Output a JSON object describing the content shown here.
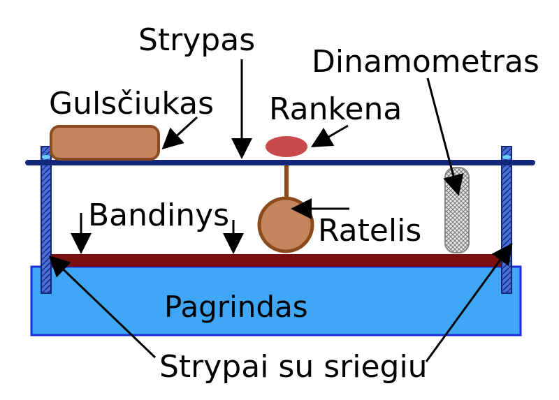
{
  "labels": {
    "strypas": "Strypas",
    "dinamometras": "Dinamometras",
    "gulsciukas": "Gulsčiukas",
    "rankena": "Rankena",
    "bandinys": "Bandinys",
    "ratelis": "Ratelis",
    "pagrindas": "Pagrindas",
    "strypai": "Strypai su sriegiu"
  },
  "colors": {
    "base_fill": "#3fa7f5",
    "base_stroke": "#1a2fd6",
    "rod": "#14267a",
    "sample": "#7a0f0f",
    "level_fill": "#c4865c",
    "level_stroke": "#8a4a1c",
    "handle": "#c84a4a",
    "wheel_fill": "#c4865c",
    "wheel_stroke": "#8a4a1c",
    "threaded_rod_fill": "#4a6fd8",
    "threaded_rod_stroke": "#14267a",
    "arrow": "#000000"
  }
}
